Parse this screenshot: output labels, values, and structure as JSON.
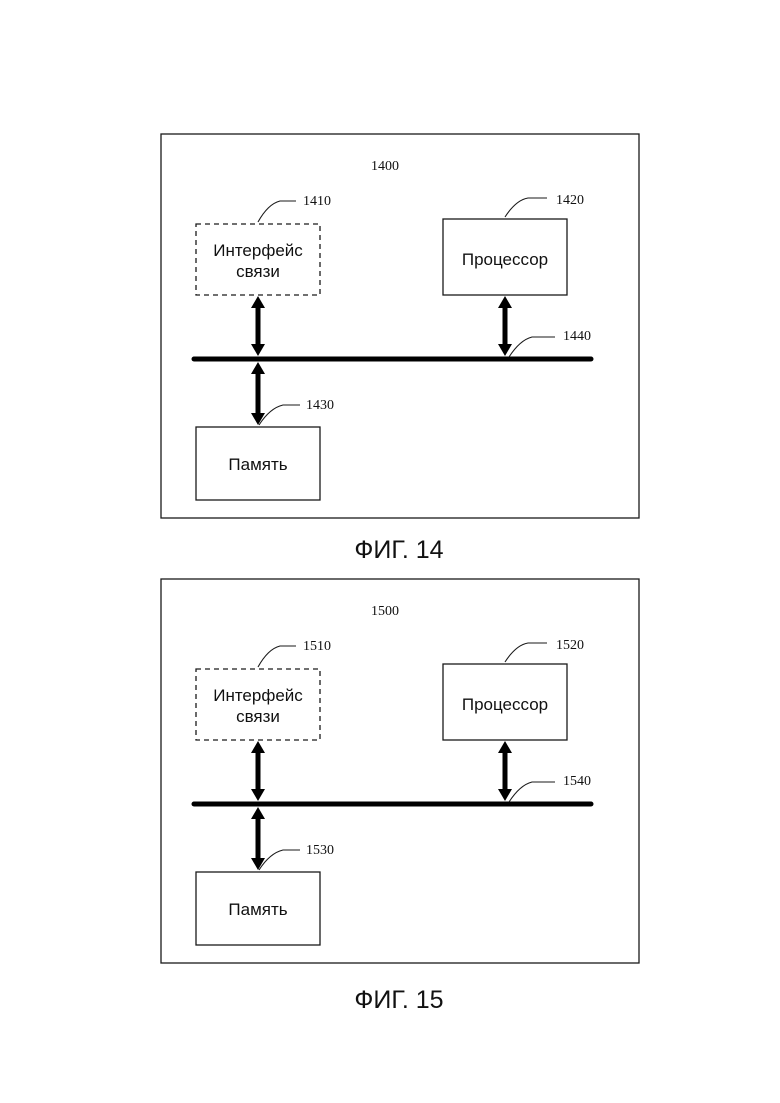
{
  "figures": [
    {
      "caption": "ФИГ. 14",
      "ref_device": "1400",
      "interface": {
        "ref": "1410",
        "line1": "Интерфейс",
        "line2": "связи"
      },
      "processor": {
        "ref": "1420",
        "label": "Процессор"
      },
      "memory": {
        "ref": "1430",
        "label": "Память"
      },
      "bus": {
        "ref": "1440"
      }
    },
    {
      "caption": "ФИГ. 15",
      "ref_device": "1500",
      "interface": {
        "ref": "1510",
        "line1": "Интерфейс",
        "line2": "связи"
      },
      "processor": {
        "ref": "1520",
        "label": "Процессор"
      },
      "memory": {
        "ref": "1530",
        "label": "Память"
      },
      "bus": {
        "ref": "1540"
      }
    }
  ]
}
